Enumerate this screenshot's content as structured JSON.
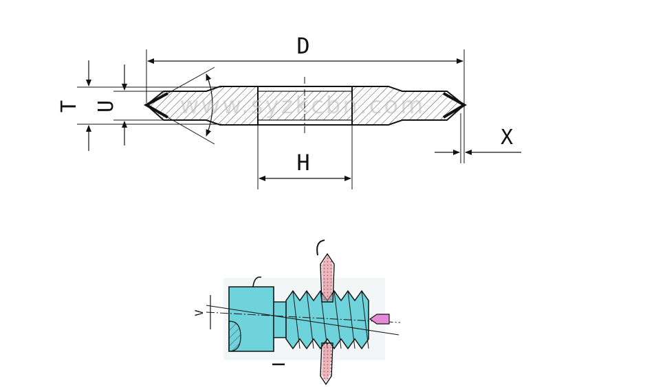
{
  "top_diagram": {
    "dimension_labels": {
      "diameter": "D",
      "thickness": "T",
      "rim_width": "U",
      "bore": "H",
      "layer": "X"
    },
    "watermark": "www.syzkcbn.com"
  },
  "bottom_diagram": {
    "label": "V"
  },
  "colors": {
    "line": "#111111",
    "workpiece": "#6fd3dc",
    "wheel": "#e07a86",
    "holder": "#e58ad6",
    "watermark": "#b9b9b9"
  }
}
